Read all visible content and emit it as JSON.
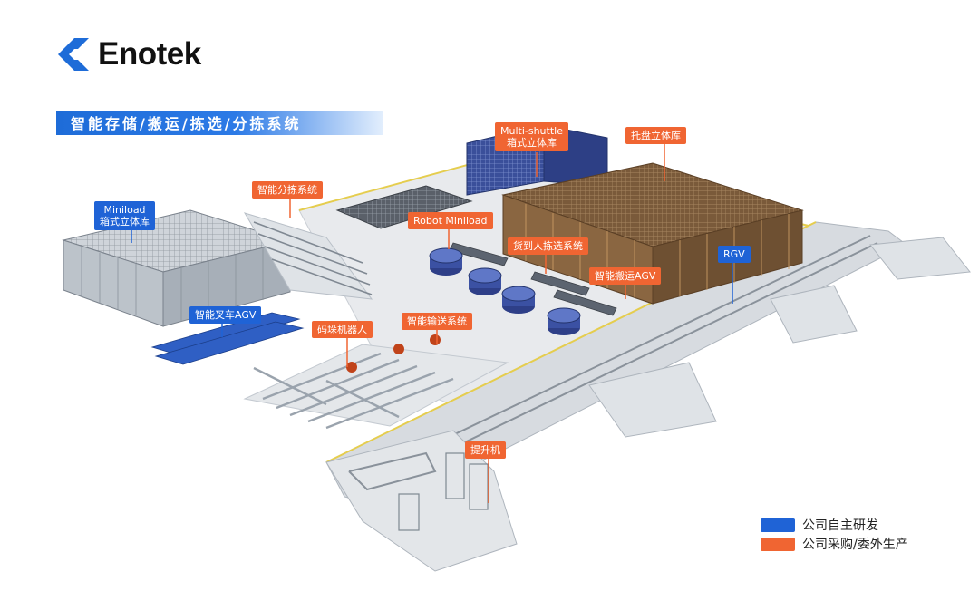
{
  "brand": {
    "name": "Enotek",
    "color": "#1e6cd8"
  },
  "title_banner": {
    "text": "智能存储/搬运/拣选/分拣系统"
  },
  "labels": {
    "miniload": {
      "line1": "Miniload",
      "line2": "箱式立体库",
      "type": "self_developed"
    },
    "sorting_system": {
      "text": "智能分拣系统",
      "type": "procured"
    },
    "multi_shuttle": {
      "line1": "Multi-shuttle",
      "line2": "箱式立体库",
      "type": "procured"
    },
    "pallet_warehouse": {
      "text": "托盘立体库",
      "type": "procured"
    },
    "robot_miniload": {
      "text": "Robot Miniload",
      "type": "procured"
    },
    "goods_to_person": {
      "text": "货到人拣选系统",
      "type": "procured"
    },
    "rgv": {
      "text": "RGV",
      "type": "self_developed"
    },
    "handling_agv": {
      "text": "智能搬运AGV",
      "type": "procured"
    },
    "forklift_agv": {
      "text": "智能叉车AGV",
      "type": "self_developed"
    },
    "palletizing_robot": {
      "text": "码垛机器人",
      "type": "procured"
    },
    "conveyor_system": {
      "text": "智能输送系统",
      "type": "procured"
    },
    "lift": {
      "text": "提升机",
      "type": "procured"
    }
  },
  "legend": [
    {
      "text": "公司自主研发",
      "color": "#1f63d6"
    },
    {
      "text": "公司采购/委外生产",
      "color": "#f06532"
    }
  ],
  "colors": {
    "self_developed": "#1f63d6",
    "procured": "#f06532",
    "rack": "#8f6a45",
    "rack_blue": "#3b57a8",
    "platform": "#d9dde2",
    "conveyor": "#b9c0c8"
  }
}
